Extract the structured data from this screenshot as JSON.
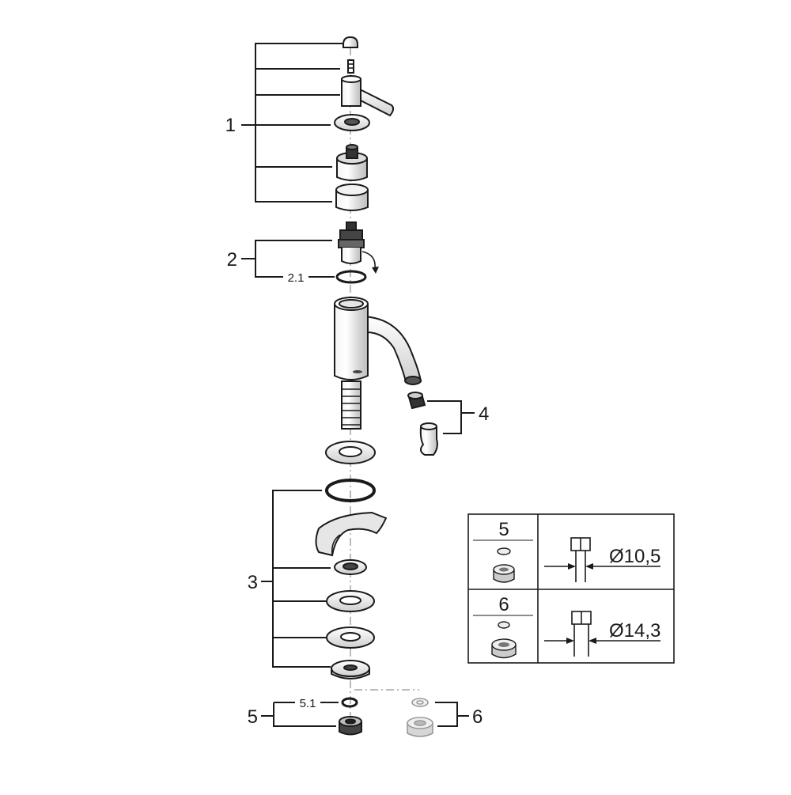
{
  "callouts": {
    "c1": "1",
    "c2": "2",
    "c2_1": "2.1",
    "c3": "3",
    "c4": "4",
    "c5": "5",
    "c5_1": "5.1",
    "c6": "6"
  },
  "inset": {
    "row5_label": "5",
    "row5_dimension": "Ø10,5",
    "row6_label": "6",
    "row6_dimension": "Ø14,3"
  }
}
